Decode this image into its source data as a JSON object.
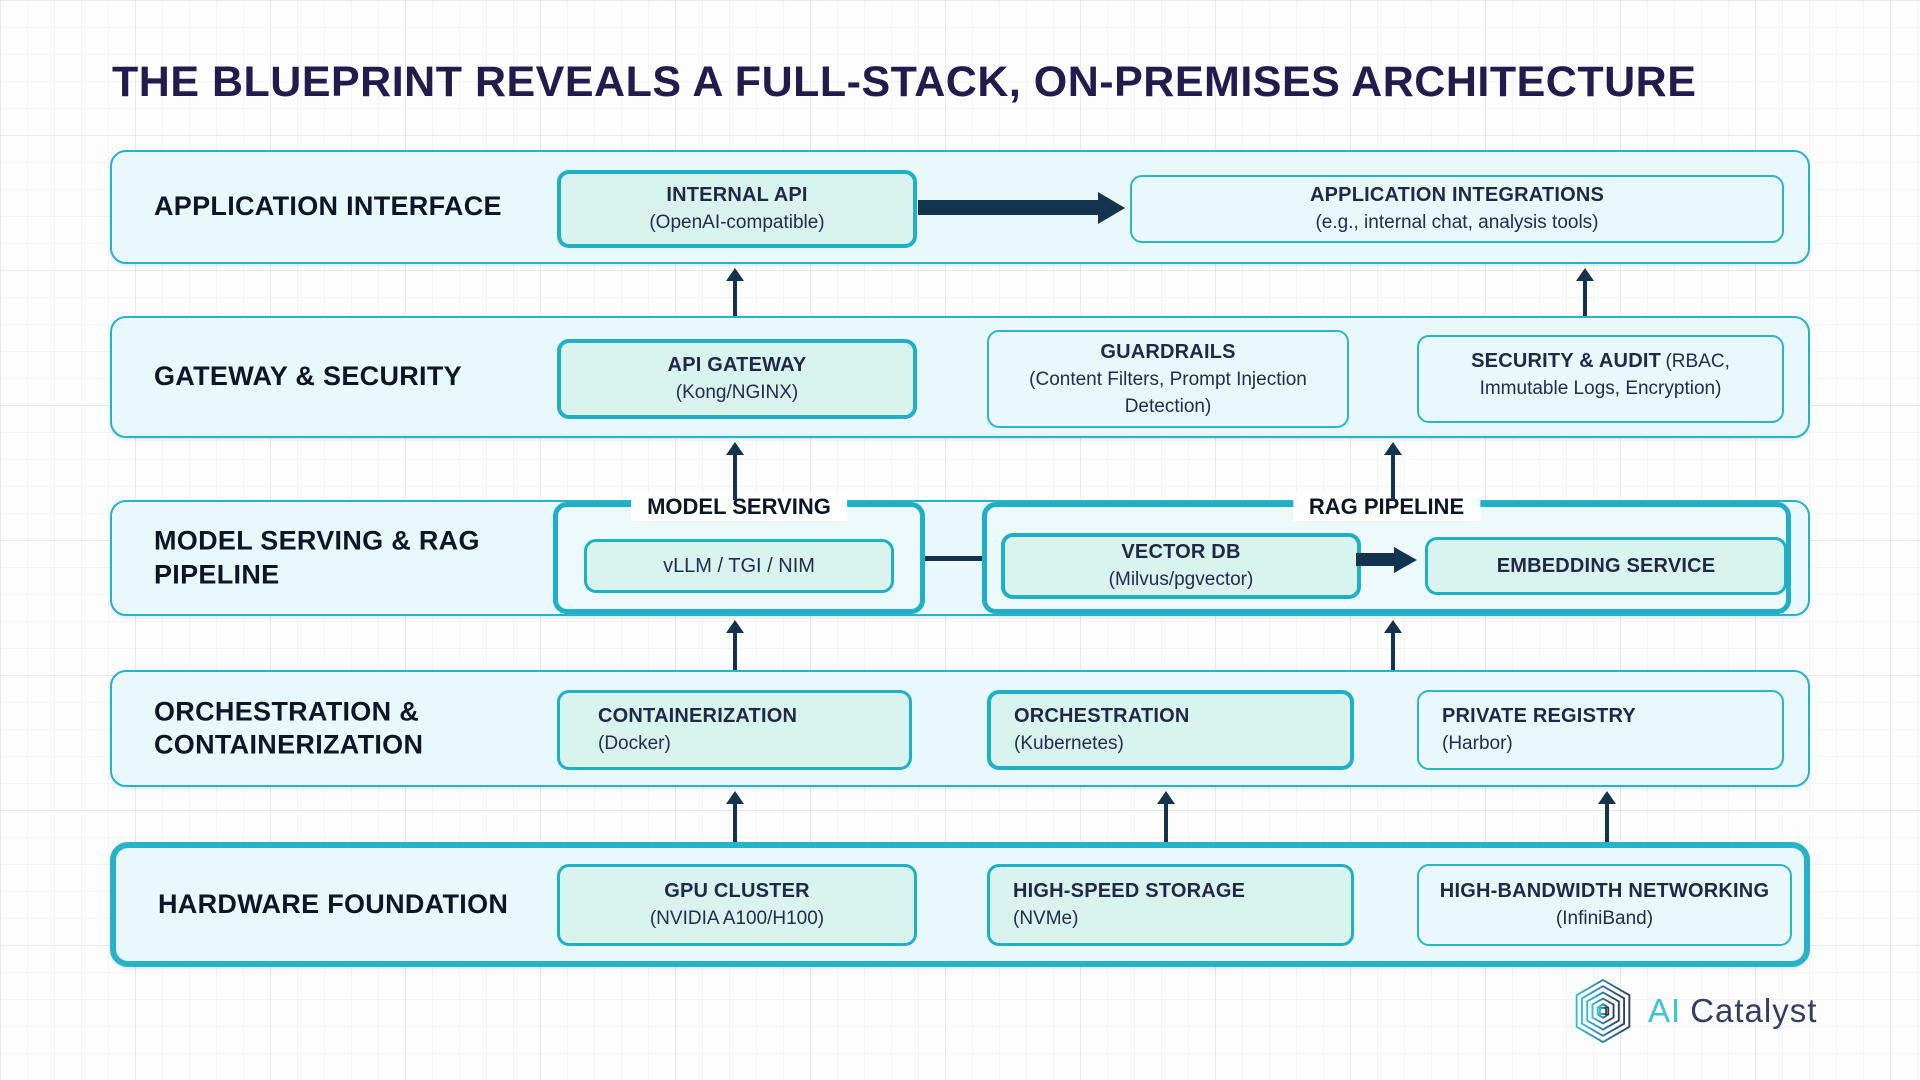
{
  "title": "THE BLUEPRINT REVEALS A FULL-STACK, ON-PREMISES ARCHITECTURE",
  "colors": {
    "accent_teal": "#1fb0c5",
    "band_fill": "#e9f8fa",
    "highlight_fill": "#d9f3ef",
    "arrow_navy": "#14334e",
    "title_indigo": "#241b4d"
  },
  "layers": [
    {
      "label": "APPLICATION INTERFACE",
      "boxes": [
        {
          "title": "INTERNAL API",
          "subtitle": "(OpenAI-compatible)"
        },
        {
          "title": "APPLICATION INTEGRATIONS",
          "subtitle": "(e.g., internal chat, analysis tools)"
        }
      ]
    },
    {
      "label": "GATEWAY & SECURITY",
      "boxes": [
        {
          "title": "API GATEWAY",
          "subtitle": "(Kong/NGINX)"
        },
        {
          "title": "GUARDRAILS",
          "subtitle": "(Content Filters, Prompt Injection Detection)"
        },
        {
          "title": "SECURITY & AUDIT",
          "subtitle": "(RBAC, Immutable Logs, Encryption)"
        }
      ]
    },
    {
      "label": "MODEL SERVING & RAG PIPELINE",
      "groups": [
        {
          "title": "MODEL SERVING",
          "boxes": [
            {
              "title": "vLLM / TGI / NIM"
            }
          ]
        },
        {
          "title": "RAG PIPELINE",
          "boxes": [
            {
              "title": "VECTOR DB",
              "subtitle": "(Milvus/pgvector)"
            },
            {
              "title": "EMBEDDING SERVICE"
            }
          ]
        }
      ]
    },
    {
      "label": "ORCHESTRATION & CONTAINERIZATION",
      "boxes": [
        {
          "title": "CONTAINERIZATION",
          "subtitle": "(Docker)"
        },
        {
          "title": "ORCHESTRATION",
          "subtitle": "(Kubernetes)"
        },
        {
          "title": "PRIVATE REGISTRY",
          "subtitle": "(Harbor)"
        }
      ]
    },
    {
      "label": "HARDWARE FOUNDATION",
      "boxes": [
        {
          "title": "GPU CLUSTER",
          "subtitle": "(NVIDIA A100/H100)"
        },
        {
          "title": "HIGH-SPEED STORAGE",
          "subtitle": "(NVMe)"
        },
        {
          "title": "HIGH-BANDWIDTH NETWORKING",
          "subtitle": "(InfiniBand)"
        }
      ]
    }
  ],
  "logo": {
    "brand_primary": "AI",
    "brand_secondary": "Catalyst",
    "icon": "hexagon-logo-icon"
  }
}
